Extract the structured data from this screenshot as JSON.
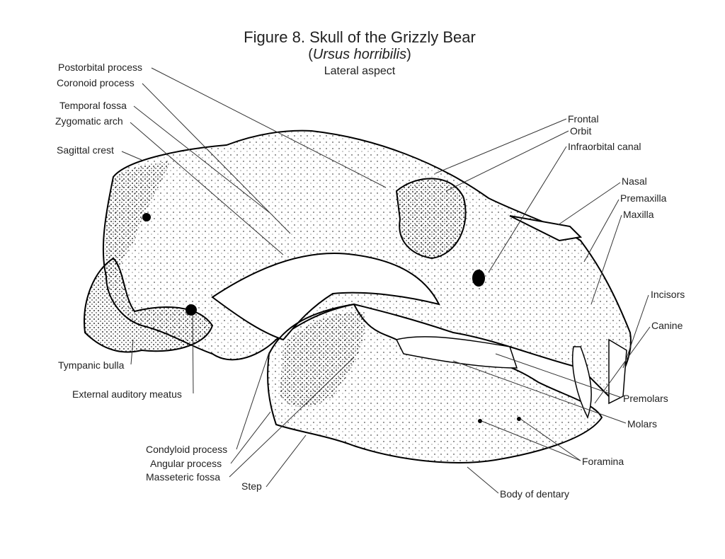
{
  "title": {
    "line1": "Figure 8. Skull of the Grizzly Bear",
    "open_paren": "(",
    "species": "Ursus horribilis",
    "close_paren": ")",
    "line3": "Lateral aspect"
  },
  "labels": {
    "postorbital_process": "Postorbital process",
    "coronoid_process": "Coronoid process",
    "temporal_fossa": "Temporal fossa",
    "zygomatic_arch": "Zygomatic arch",
    "sagittal_crest": "Sagittal crest",
    "frontal": "Frontal",
    "orbit": "Orbit",
    "infraorbital_canal": "Infraorbital canal",
    "nasal": "Nasal",
    "premaxilla": "Premaxilla",
    "maxilla": "Maxilla",
    "incisors": "Incisors",
    "canine": "Canine",
    "premolars": "Premolars",
    "molars": "Molars",
    "foramina": "Foramina",
    "body_of_dentary": "Body of dentary",
    "step": "Step",
    "masseteric_fossa": "Masseteric fossa",
    "angular_process": "Angular process",
    "condyloid_process": "Condyloid process",
    "tympanic_bulla": "Tympanic bulla",
    "external_auditory_meatus": "External auditory meatus"
  }
}
